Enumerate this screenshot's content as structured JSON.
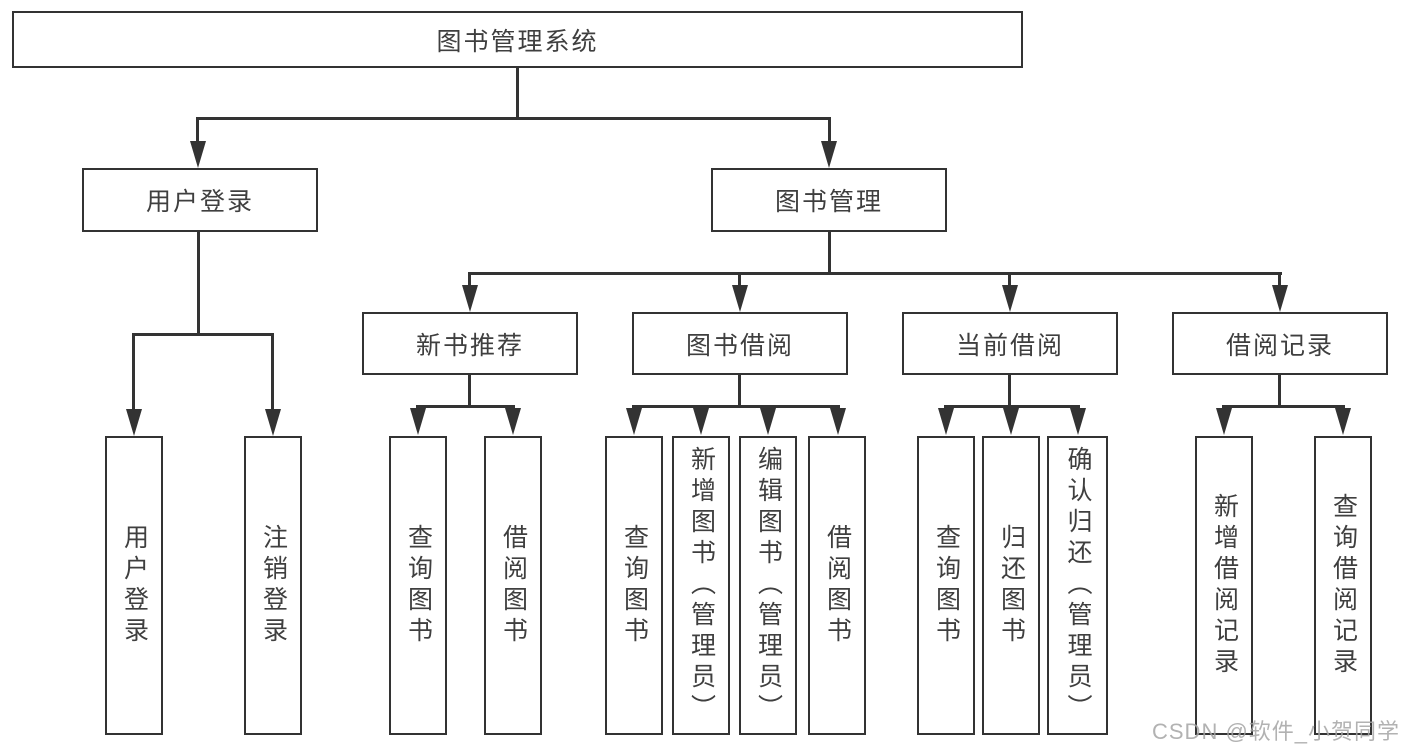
{
  "diagram": {
    "root": {
      "label": "图书管理系统"
    },
    "level2": [
      {
        "label": "用户登录",
        "children": [
          {
            "label": "用户登录"
          },
          {
            "label": "注销登录"
          }
        ]
      },
      {
        "label": "图书管理",
        "sections": [
          {
            "label": "新书推荐",
            "children": [
              {
                "label": "查询图书"
              },
              {
                "label": "借阅图书"
              }
            ]
          },
          {
            "label": "图书借阅",
            "children": [
              {
                "label": "查询图书"
              },
              {
                "label": "新增图书（管理员）"
              },
              {
                "label": "编辑图书（管理员）"
              },
              {
                "label": "借阅图书"
              }
            ]
          },
          {
            "label": "当前借阅",
            "children": [
              {
                "label": "查询图书"
              },
              {
                "label": "归还图书"
              },
              {
                "label": "确认归还（管理员）"
              }
            ]
          },
          {
            "label": "借阅记录",
            "children": [
              {
                "label": "新增借阅记录"
              },
              {
                "label": "查询借阅记录"
              }
            ]
          }
        ]
      }
    ]
  },
  "watermark": {
    "text": "CSDN @软件_小贺同学"
  },
  "colors": {
    "line": "#333333",
    "text": "#3f3f3f",
    "watermark": "#a5a5a5",
    "background": "#ffffff"
  }
}
